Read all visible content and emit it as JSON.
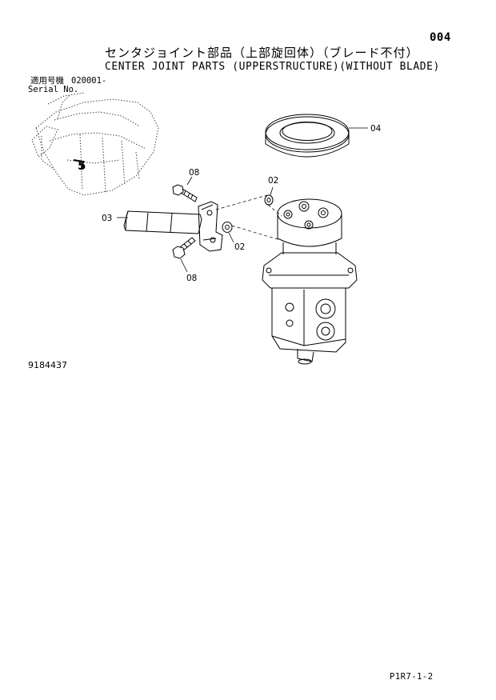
{
  "page_number": "004",
  "title_jp": "センタジョイント部品（上部旋回体）（ブレード不付）",
  "title_en": "CENTER JOINT PARTS (UPPERSTRUCTURE)(WITHOUT BLADE)",
  "serial": {
    "label_jp": "適用号機",
    "value": "020001-",
    "label_en": "Serial No."
  },
  "machine_ref_mark": "5",
  "callouts": {
    "o4": "04",
    "o2_top": "02",
    "o8_top": "08",
    "o3": "03",
    "o2_mid": "02",
    "o8_bottom": "08"
  },
  "drawing_number": "9184437",
  "footer_code": "P1R7-1-2"
}
